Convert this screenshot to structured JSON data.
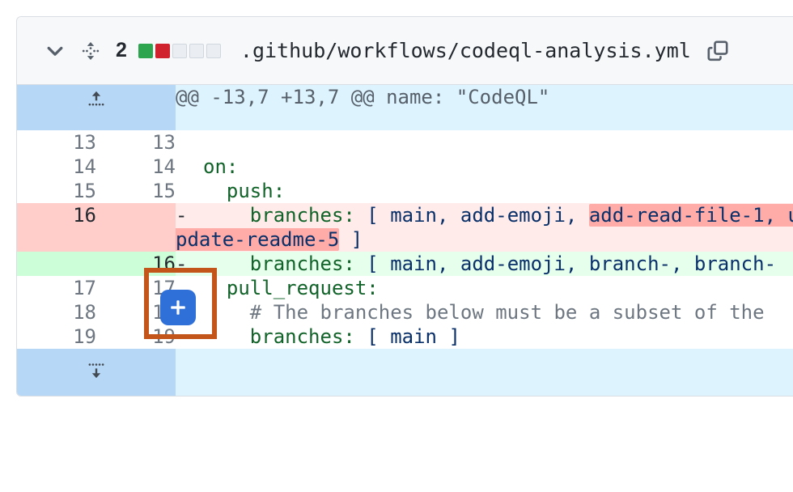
{
  "file_header": {
    "collapse_icon": "chevron-down-icon",
    "move_icon": "move-handle-icon",
    "change_count": "2",
    "diffstat": [
      {
        "type": "added",
        "color": "#2da44e"
      },
      {
        "type": "deleted",
        "color": "#cf222e"
      },
      {
        "type": "neutral",
        "color": "#eaeef2"
      },
      {
        "type": "neutral",
        "color": "#eaeef2"
      },
      {
        "type": "neutral",
        "color": "#eaeef2"
      }
    ],
    "path": ".github/workflows/codeql-analysis.yml",
    "copy_icon": "copy-icon"
  },
  "hunk": {
    "expand_up_icon": "expand-up-icon",
    "header": "@@ -13,7 +13,7 @@ name: \"CodeQL\""
  },
  "expand_down": {
    "icon": "expand-down-icon"
  },
  "rows": [
    {
      "type": "context",
      "old_num": "13",
      "new_num": "13",
      "marker": "",
      "segments": [
        {
          "text": "",
          "cls": ""
        }
      ]
    },
    {
      "type": "context",
      "old_num": "14",
      "new_num": "14",
      "marker": "",
      "segments": [
        {
          "text": "on",
          "cls": "s-key"
        },
        {
          "text": ":",
          "cls": "s-key"
        }
      ]
    },
    {
      "type": "context",
      "old_num": "15",
      "new_num": "15",
      "marker": "",
      "segments": [
        {
          "text": "  ",
          "cls": ""
        },
        {
          "text": "push",
          "cls": "s-key"
        },
        {
          "text": ":",
          "cls": "s-key"
        }
      ]
    },
    {
      "type": "deleted",
      "old_num": "16",
      "new_num": "",
      "marker": "-",
      "segments": [
        {
          "text": "    ",
          "cls": ""
        },
        {
          "text": "branches",
          "cls": "s-key"
        },
        {
          "text": ":",
          "cls": "s-key"
        },
        {
          "text": " ",
          "cls": ""
        },
        {
          "text": "[ main, add-emoji, ",
          "cls": "s-str"
        },
        {
          "text": "add-read-file-1, update-readme-5",
          "cls": "s-str word-del"
        },
        {
          "text": " ]",
          "cls": "s-str"
        }
      ]
    },
    {
      "type": "added",
      "old_num": "",
      "new_num": "16",
      "marker": "-",
      "segments": [
        {
          "text": "    ",
          "cls": ""
        },
        {
          "text": "branches",
          "cls": "s-key"
        },
        {
          "text": ":",
          "cls": "s-key"
        },
        {
          "text": " ",
          "cls": ""
        },
        {
          "text": "[ main, add-emoji, branch-, branch-",
          "cls": "s-str"
        }
      ]
    },
    {
      "type": "context",
      "old_num": "17",
      "new_num": "17",
      "marker": "",
      "segments": [
        {
          "text": "  ",
          "cls": ""
        },
        {
          "text": "pull_request",
          "cls": "s-key"
        },
        {
          "text": ":",
          "cls": "s-key"
        }
      ]
    },
    {
      "type": "context",
      "old_num": "18",
      "new_num": "18",
      "marker": "",
      "segments": [
        {
          "text": "    ",
          "cls": ""
        },
        {
          "text": "# The branches below must be a subset of the",
          "cls": "s-com"
        }
      ]
    },
    {
      "type": "context",
      "old_num": "19",
      "new_num": "19",
      "marker": "",
      "segments": [
        {
          "text": "    ",
          "cls": ""
        },
        {
          "text": "branches",
          "cls": "s-key"
        },
        {
          "text": ":",
          "cls": "s-key"
        },
        {
          "text": " ",
          "cls": ""
        },
        {
          "text": "[ main ]",
          "cls": "s-str"
        }
      ]
    }
  ],
  "overlay": {
    "add_comment_label": "+",
    "add_comment_color": "#2f6fd8",
    "highlight_color": "#c4551a"
  }
}
